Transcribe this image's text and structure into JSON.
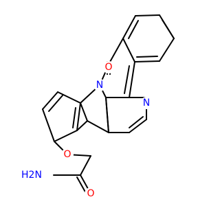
{
  "molecule": {
    "atoms": {
      "O_carbonyl": {
        "text": "O",
        "color": "#ff0000"
      },
      "N_lactam": {
        "text": "N",
        "color": "#0000ff"
      },
      "N_pyridine": {
        "text": "N",
        "color": "#0000ff"
      },
      "O_ether": {
        "text": "O",
        "color": "#ff0000"
      },
      "O_amide": {
        "text": "O",
        "color": "#ff0000"
      },
      "N_amide": {
        "text": "H2N",
        "color": "#0000ff"
      }
    }
  }
}
